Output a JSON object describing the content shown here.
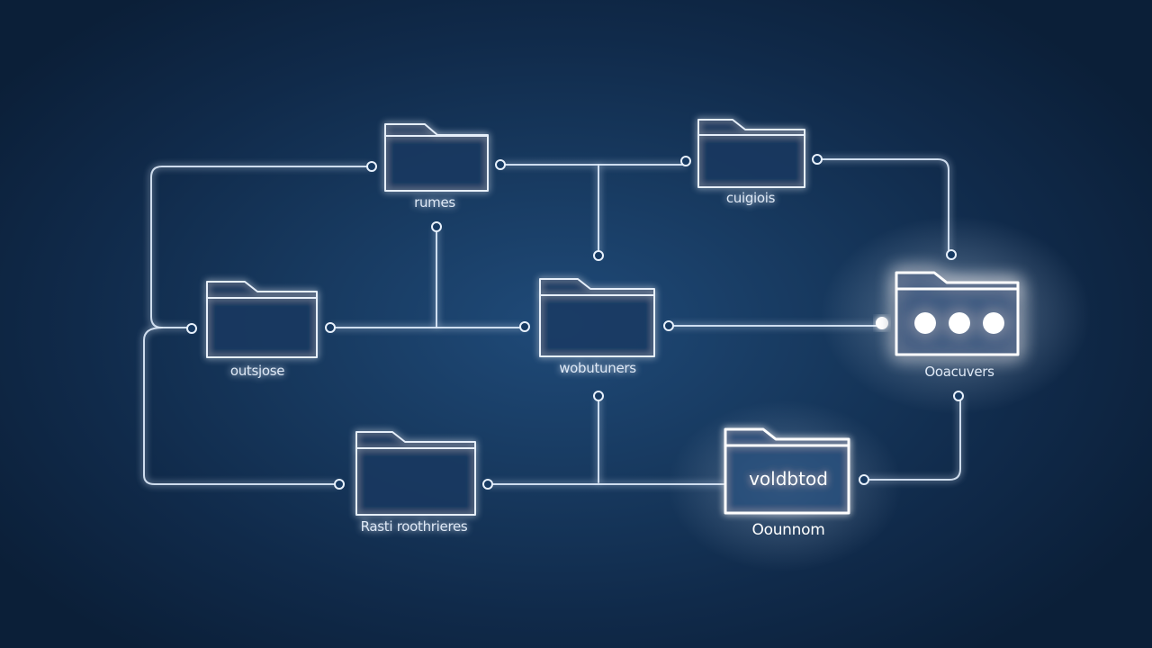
{
  "nodes": [
    {
      "id": "n1",
      "label": "rumes"
    },
    {
      "id": "n2",
      "label": "cuigiois"
    },
    {
      "id": "n3",
      "label": "outsjose"
    },
    {
      "id": "n4",
      "label": "wobutuners"
    },
    {
      "id": "n5",
      "label": "Ooacuvers"
    },
    {
      "id": "n6",
      "label": "Rasti roothrieres"
    },
    {
      "id": "n7",
      "label": "Oounnom",
      "inner_label": "voldbtod"
    }
  ],
  "colors": {
    "background": "#17395f",
    "line": "#dbe8f8",
    "highlight": "#ffffff"
  },
  "icons": [
    "folder-icon",
    "ellipsis-icon"
  ]
}
